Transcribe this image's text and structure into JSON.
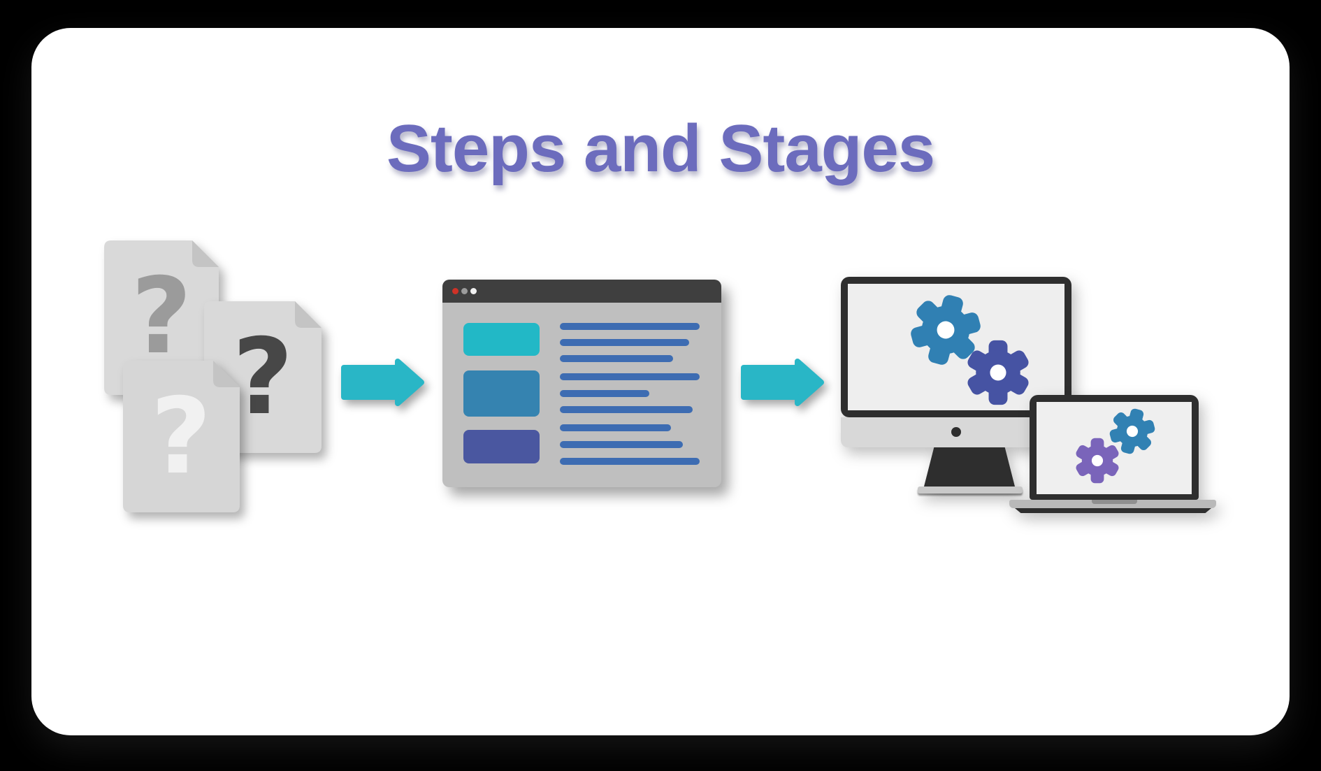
{
  "canvas": {
    "background": "#000000",
    "card_color": "#ffffff"
  },
  "title": {
    "text": "Steps and Stages",
    "color": "#6c6cbd"
  },
  "documents": {
    "items": [
      {
        "name": "document-back",
        "glyph": "?",
        "paper_color": "#d9d9d9",
        "fold_color": "#c4c4c4",
        "glyph_color": "#9b9b9b"
      },
      {
        "name": "document-right",
        "glyph": "?",
        "paper_color": "#d9d9d9",
        "fold_color": "#c4c4c4",
        "glyph_color": "#474747"
      },
      {
        "name": "document-front",
        "glyph": "?",
        "paper_color": "#d6d6d6",
        "fold_color": "#c4c4c4",
        "glyph_color": "#f1f1f1"
      }
    ]
  },
  "arrows": {
    "color": "#29b6c6"
  },
  "browser_window": {
    "titlebar_color": "#3f3f3f",
    "body_color": "#bfbfbf",
    "dots": [
      "#cf3227",
      "#9c9c9c",
      "#f2f2f2"
    ],
    "blocks": [
      {
        "color": "#22b8c6"
      },
      {
        "color": "#3583b0"
      },
      {
        "color": "#4a57a0"
      }
    ],
    "lines": {
      "color": "#3d6cb2",
      "widths": [
        200,
        185,
        162,
        200,
        128,
        190,
        159,
        176,
        200
      ]
    }
  },
  "devices": {
    "gear_hole_color": "#ffffff",
    "monitor": {
      "frame_color": "#2e2e2e",
      "screen_color": "#eeeeee",
      "chin_color": "#d8d8d8",
      "base_color": "#c9c9c9",
      "camera_color": "#2e2e2e",
      "gears": [
        {
          "name": "gear-blue",
          "color": "#3080b3"
        },
        {
          "name": "gear-indigo",
          "color": "#4653a3"
        }
      ]
    },
    "laptop": {
      "frame_color": "#2e2e2e",
      "screen_color": "#efefef",
      "base_color": "#b9b9b9",
      "hinge_color": "#8f8f8f",
      "underside_color": "#2e2e2e",
      "gears": [
        {
          "name": "gear-blue",
          "color": "#3181b3"
        },
        {
          "name": "gear-purple",
          "color": "#7a64ba"
        }
      ]
    }
  }
}
